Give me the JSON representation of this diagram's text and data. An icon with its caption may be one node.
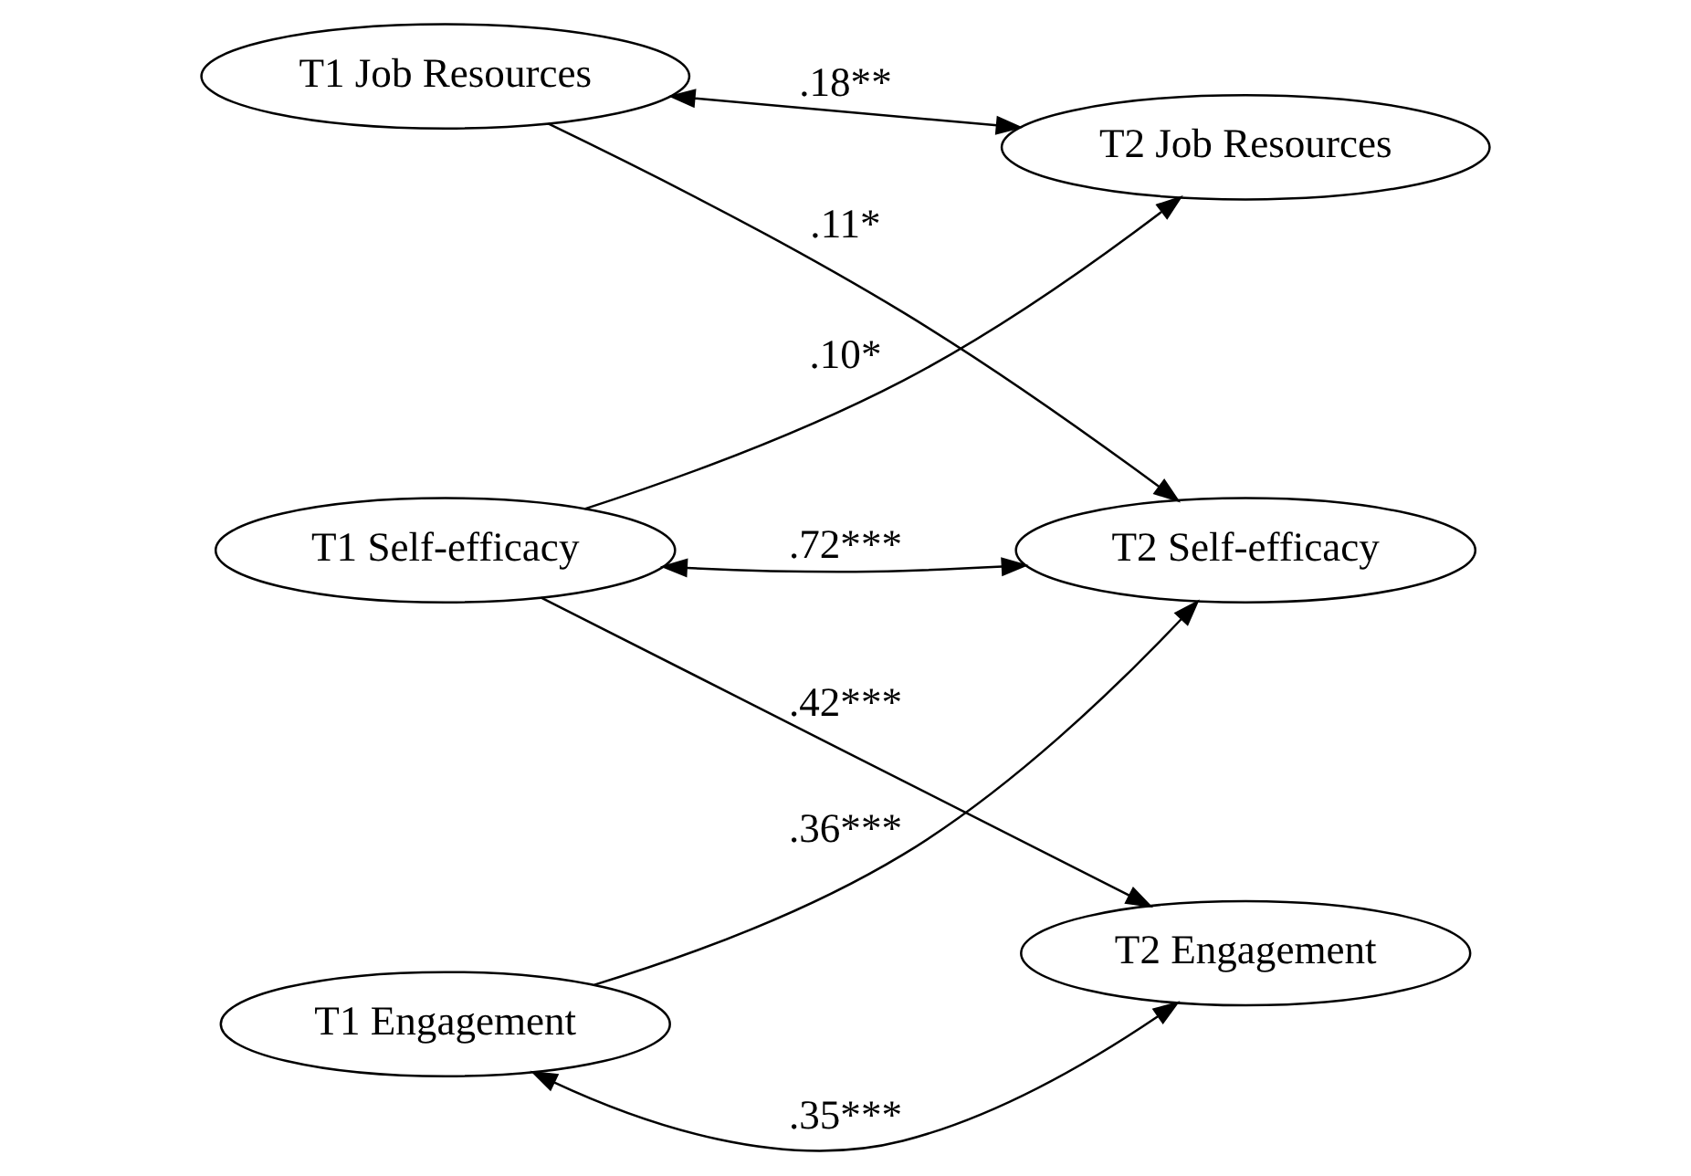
{
  "diagram": {
    "nodes": [
      {
        "text": [
          "T1 Self-efficacy"
        ]
      },
      {
        "text": [
          "T2 Self-efficacy"
        ]
      },
      {
        "text": [
          "T1 Job Resources"
        ]
      },
      {
        "text": [
          "T2 Job Resources"
        ]
      },
      {
        "text": [
          "T1 Engagement"
        ]
      },
      {
        "text": [
          "T2 Engagement"
        ]
      }
    ],
    "edges": [
      {
        "from": 0,
        "to": 1,
        "arrow": "both",
        "label": ".72***"
      },
      {
        "from": 0,
        "to": 3,
        "arrow": "to",
        "label": ".10*"
      },
      {
        "from": 2,
        "to": 1,
        "arrow": "to",
        "label": ".11*"
      },
      {
        "from": 2,
        "to": 3,
        "arrow": "both",
        "label": ".18**"
      },
      {
        "from": 4,
        "to": 1,
        "arrow": "to",
        "label": ".36***"
      },
      {
        "from": 0,
        "to": 5,
        "arrow": "to",
        "label": ".42***"
      },
      {
        "from": 4,
        "to": 5,
        "arrow": "both",
        "label": ".35***"
      }
    ]
  }
}
